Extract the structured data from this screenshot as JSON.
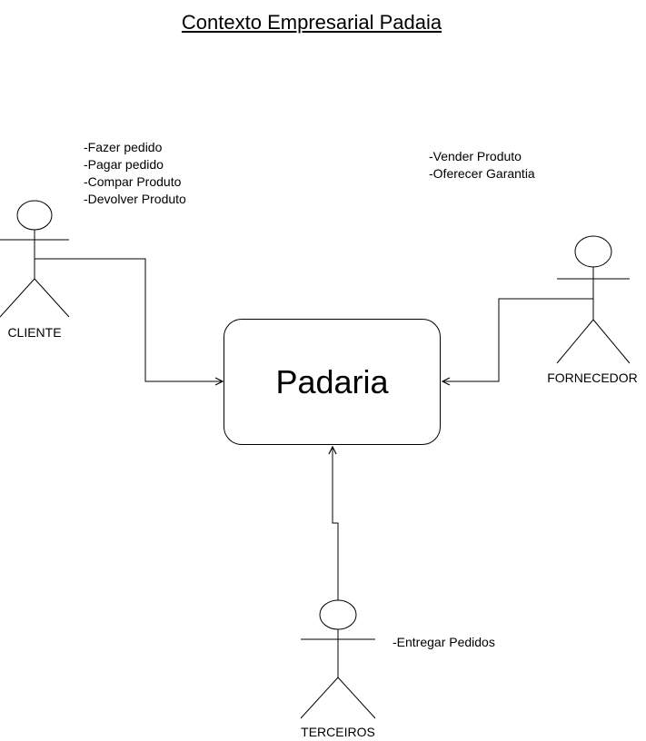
{
  "title": "Contexto Empresarial Padaia",
  "system": {
    "label": "Padaria"
  },
  "actors": {
    "cliente": {
      "label": "CLIENTE",
      "responsibilities": [
        "-Fazer pedido",
        "-Pagar pedido",
        "-Compar Produto",
        "-Devolver Produto"
      ]
    },
    "fornecedor": {
      "label": "FORNECEDOR",
      "responsibilities": [
        "-Vender Produto",
        "-Oferecer Garantia"
      ]
    },
    "terceiros": {
      "label": "TERCEIROS",
      "responsibilities": [
        "-Entregar Pedidos"
      ]
    }
  }
}
